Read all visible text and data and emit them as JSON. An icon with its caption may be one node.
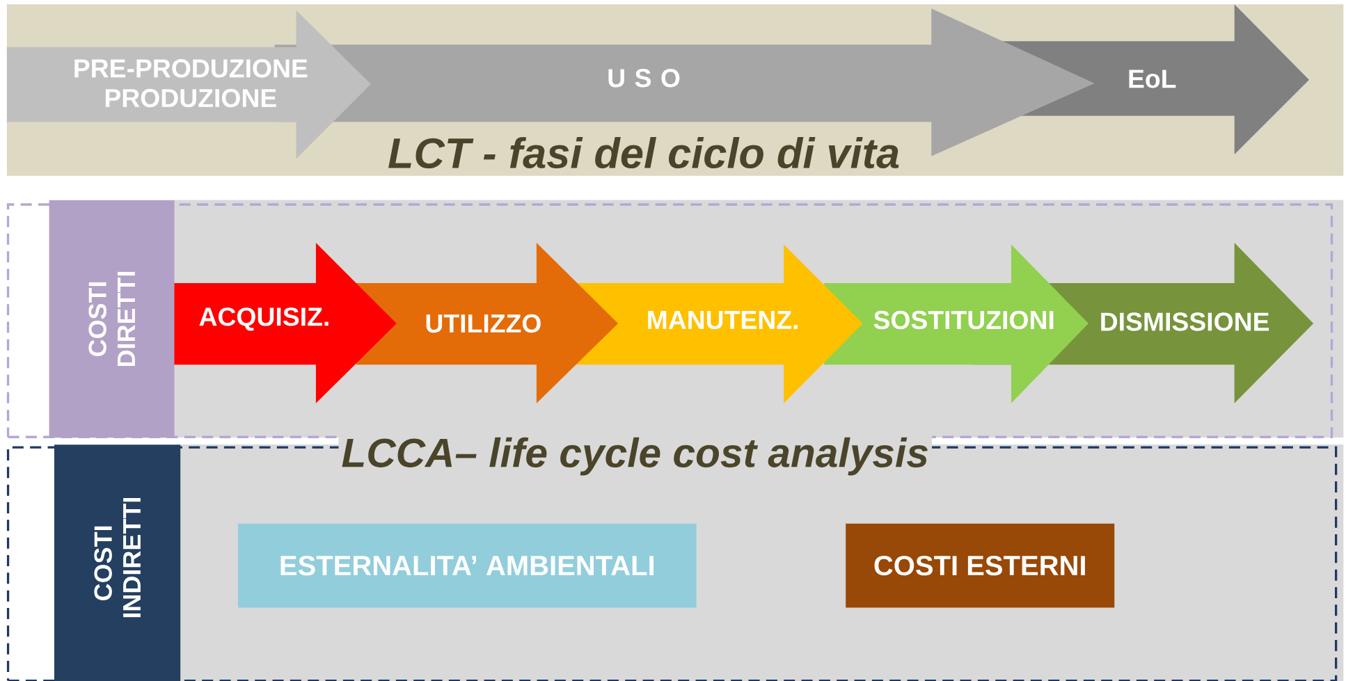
{
  "diagram": {
    "nodes": [
      {
        "text": [
          "LCT - fasi del ciclo di vita"
        ]
      },
      {
        "text": [
          "PRE-PRODUZIONE PRODUZIONE"
        ],
        "in": 0
      },
      {
        "text": [
          "U S O"
        ],
        "in": 0
      },
      {
        "text": [
          "EoL"
        ],
        "in": 0
      },
      {
        "text": [],
        "shape": "box"
      },
      {
        "text": [
          "COSTI DIRETTI"
        ],
        "in": 4
      },
      {
        "text": [
          "ACQUISIZ."
        ],
        "in": 4
      },
      {
        "text": [
          "UTILIZZO"
        ],
        "in": 4
      },
      {
        "text": [
          "MANUTENZ."
        ],
        "in": 4
      },
      {
        "text": [
          "SOSTITUZIONI"
        ],
        "in": 4
      },
      {
        "text": [
          "DISMISSIONE"
        ],
        "in": 4
      },
      {
        "text": [],
        "shape": "box"
      },
      {
        "text": [
          "COSTI INDIRETTI"
        ],
        "in": 11
      },
      {
        "text": [
          "ESTERNALITA’ AMBIENTALI"
        ],
        "in": 11
      },
      {
        "text": [
          "COSTI ESTERNI"
        ],
        "in": 11
      }
    ],
    "edges": [],
    "labels": [
      "LCCA– life cycle cost analysis"
    ]
  }
}
